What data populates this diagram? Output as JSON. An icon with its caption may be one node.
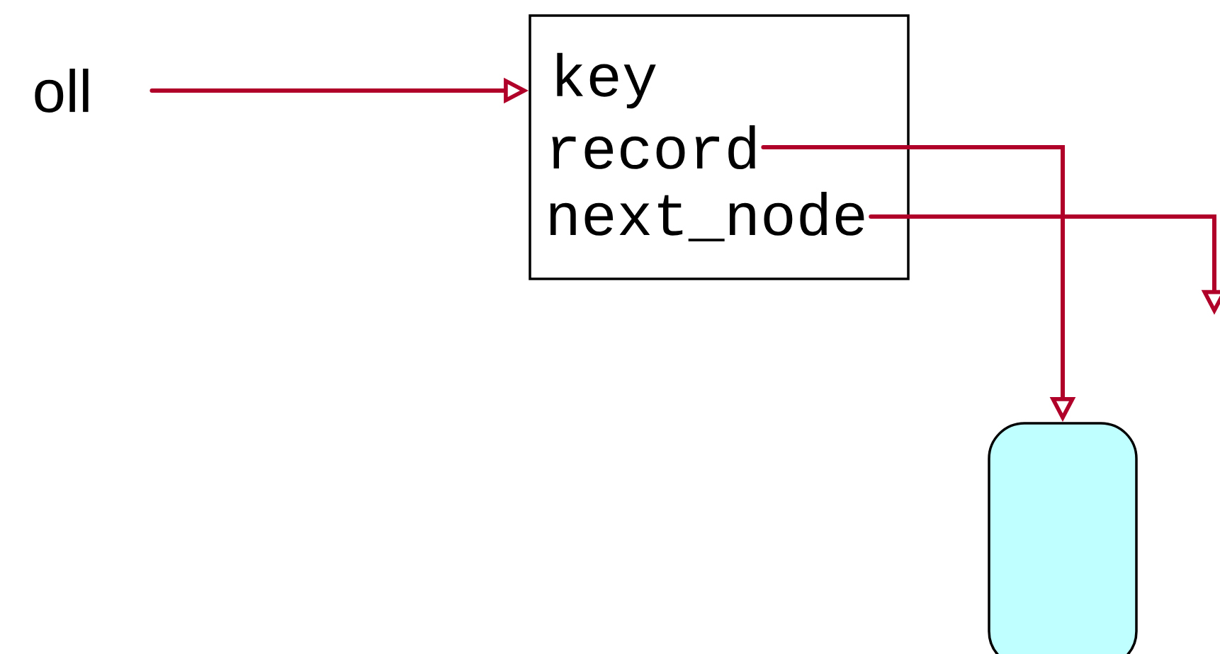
{
  "diagram": {
    "nodes": [
      {
        "text": [
          "oll"
        ]
      },
      {
        "text": [
          "key"
        ]
      },
      {
        "text": [
          "record"
        ],
        "in": 1
      },
      {
        "text": [
          "next_node"
        ],
        "in": 1
      },
      {
        "text": [],
        "shape": "box"
      }
    ],
    "edges": [
      {
        "from": 0,
        "to": 1,
        "arrow": "to"
      },
      {
        "from": 2,
        "to": 4,
        "arrow": "to"
      },
      {
        "from": 3,
        "to": null,
        "arrow": "to"
      }
    ]
  }
}
